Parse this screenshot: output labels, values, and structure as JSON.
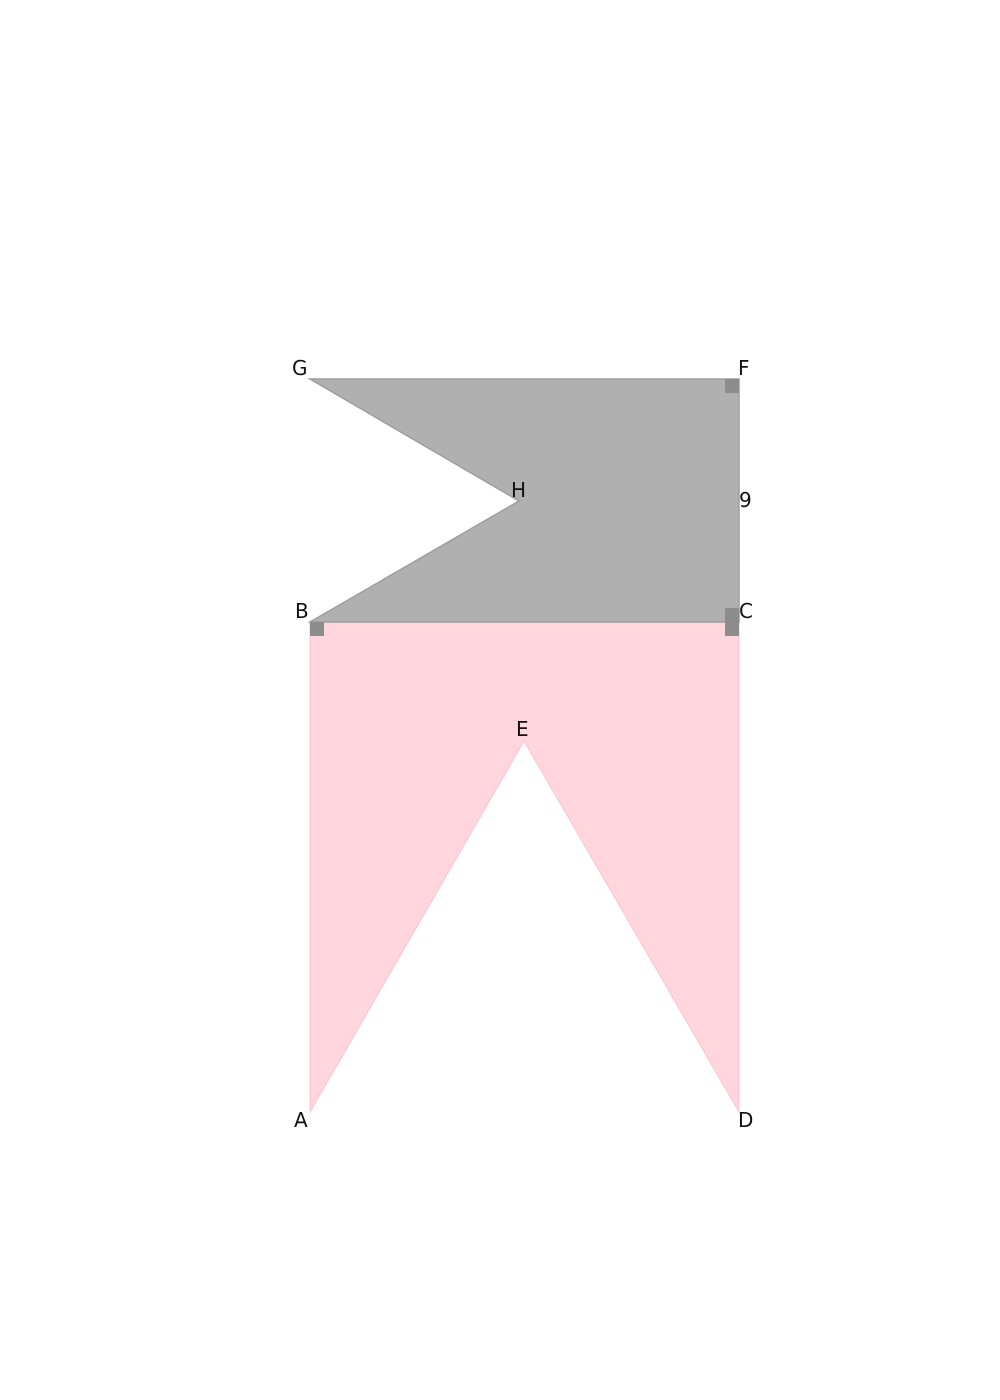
{
  "diagram": {
    "points": {
      "A": "A",
      "B": "B",
      "C": "C",
      "D": "D",
      "E": "E",
      "F": "F",
      "G": "G",
      "H": "H"
    },
    "side_length_label": "9",
    "colors": {
      "gray_region": "#b0b0b0",
      "gray_edge": "#9e9e9e",
      "pink_region": "#ffd6de",
      "pink_edge": "#ffc2cd",
      "right_angle_marker": "#8c8c8c",
      "text": "#111111"
    }
  }
}
